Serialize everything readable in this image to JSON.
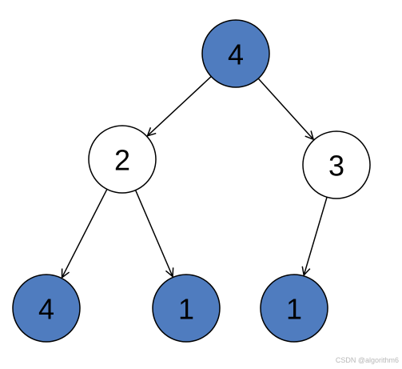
{
  "colors": {
    "filled": "#4f7cbf",
    "empty": "#ffffff",
    "stroke": "#000000",
    "text": "#000000"
  },
  "tree": {
    "nodes": [
      {
        "id": "root",
        "label": "4",
        "filled": true
      },
      {
        "id": "left",
        "label": "2",
        "filled": false
      },
      {
        "id": "right",
        "label": "3",
        "filled": false
      },
      {
        "id": "left-left",
        "label": "4",
        "filled": true
      },
      {
        "id": "left-right",
        "label": "1",
        "filled": true
      },
      {
        "id": "right-left",
        "label": "1",
        "filled": true
      }
    ],
    "edges": [
      {
        "from": "root",
        "to": "left"
      },
      {
        "from": "root",
        "to": "right"
      },
      {
        "from": "left",
        "to": "left-left"
      },
      {
        "from": "left",
        "to": "left-right"
      },
      {
        "from": "right",
        "to": "right-left"
      }
    ]
  },
  "watermark": "CSDN @algorithm6"
}
